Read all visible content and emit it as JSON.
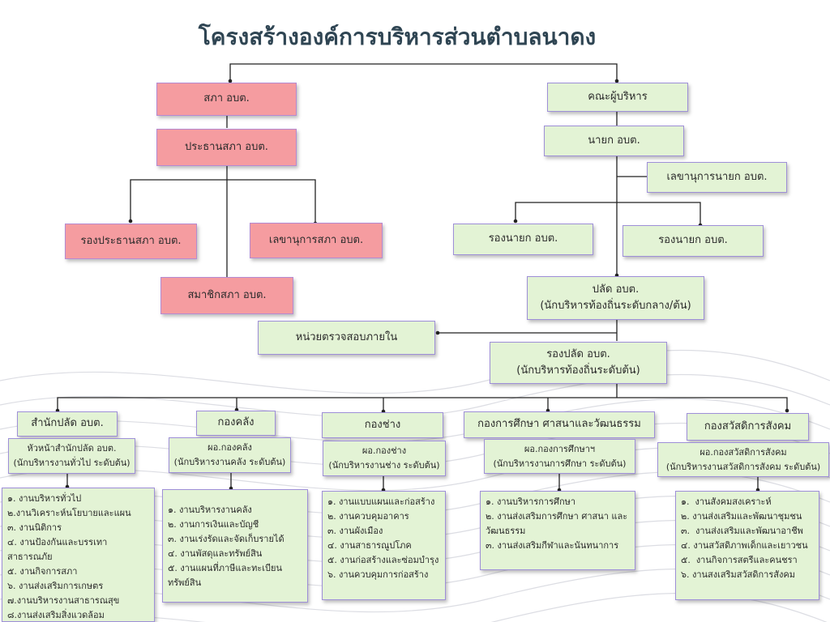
{
  "title": "โครงสร้างองค์การบริหารส่วนตำบลนาดง",
  "left_branch": {
    "council": "สภา อบต.",
    "council_chair": "ประธานสภา อบต.",
    "vice_chair": "รองประธานสภา อบต.",
    "council_secretary": "เลขานุการสภา อบต.",
    "council_members": "สมาชิกสภา อบต."
  },
  "right_branch": {
    "executives": "คณะผู้บริหาร",
    "mayor": "นายก อบต.",
    "mayor_secretary": "เลขานุการนายก อบต.",
    "deputy_mayor_1": "รองนายก อบต.",
    "deputy_mayor_2": "รองนายก อบต.",
    "permanent_secretary": [
      "ปลัด อบต.",
      "(นักบริหารท้องถิ่นระดับกลาง/ต้น)"
    ],
    "internal_audit": "หน่วยตรวจสอบภายใน",
    "deputy_permanent_secretary": [
      "รองปลัด อบต.",
      "(นักบริหารท้องถิ่นระดับต้น)"
    ]
  },
  "departments": [
    {
      "name": "สำนักปลัด อบต.",
      "head": [
        "หัวหน้าสำนักปลัด อบต.",
        "(นักบริหารงานทั่วไป ระดับต้น)"
      ],
      "tasks": [
        "๑. งานบริหารทั่วไป",
        "๒.งานวิเคราะห์นโยบายและแผน",
        "๓. งานนิติการ",
        "๔. งานป้องกันและบรรเทาสาธารณภัย",
        "๕. งานกิจการสภา",
        "๖. งานส่งเสริมการเกษตร",
        "๗.งานบริหารงานสาธารณสุข",
        "๘.งานส่งเสริมสิ่งแวดล้อม"
      ]
    },
    {
      "name": "กองคลัง",
      "head": [
        "ผอ.กองคลัง",
        "(นักบริหารงานคลัง ระดับต้น)"
      ],
      "tasks": [
        "๑. งานบริหารงานคลัง",
        "๒. งานการเงินและบัญชี",
        "๓. งานเร่งรัดและจัดเก็บรายได้",
        "๔. งานพัสดุและทรัพย์สิน",
        "๕. งานแผนที่ภาษีและทะเบียนทรัพย์สิน"
      ]
    },
    {
      "name": "กองช่าง",
      "head": [
        "ผอ.กองช่าง",
        "(นักบริหารงานช่าง ระดับต้น)"
      ],
      "tasks": [
        "๑. งานแบบแผนและก่อสร้าง",
        "๒. งานควบคุมอาคาร",
        "๓. งานผังเมือง",
        "๔. งานสาธารณูปโภค",
        "๕. งานก่อสร้างและซ่อมบำรุง",
        "๖. งานควบคุมการก่อสร้าง"
      ]
    },
    {
      "name": "กองการศึกษา ศาสนาและวัฒนธรรม",
      "head": [
        "ผอ.กองการศึกษาฯ",
        "(นักบริหารงานการศึกษา ระดับต้น)"
      ],
      "tasks": [
        "๑. งานบริหารการศึกษา",
        "๒. งานส่งเสริมการศึกษา ศาสนา และวัฒนธรรม",
        "๓. งานส่งเสริมกีฬาและนันทนาการ"
      ]
    },
    {
      "name": "กองสวัสดิการสังคม",
      "head": [
        "ผอ.กองสวัสดิการสังคม",
        "(นักบริหารงานสวัสดิการสังคม ระดับต้น)"
      ],
      "tasks": [
        "๑.  งานสังคมสงเคราะห์",
        "๒. งานส่งเสริมและพัฒนาชุมชน",
        "๓.  งานส่งเสริมและพัฒนาอาชีพ",
        "๔. งานสวัสดิภาพเด็กและเยาวชน",
        "๕.  งานกิจการสตรีและคนชรา",
        "๖. งานสงเสริมสวัสดิการสังคม"
      ]
    }
  ],
  "colors": {
    "pink": "#f59ca0",
    "green": "#e3f3d5",
    "border": "#9e8fd8",
    "title": "#2f4553"
  }
}
